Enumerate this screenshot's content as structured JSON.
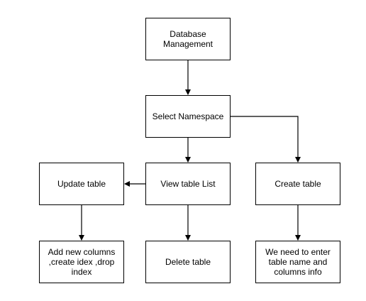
{
  "nodes": {
    "database_management": "Database\nManagement",
    "select_namespace": "Select Namespace",
    "update_table": "Update table",
    "view_table_list": "View table List",
    "create_table": "Create table",
    "add_new_columns": "Add new columns\n,create idex ,drop\nindex",
    "delete_table": "Delete table",
    "enter_table_info": "We need to enter\ntable name and\ncolumns info"
  },
  "colors": {
    "stroke": "#000000",
    "fill": "#ffffff",
    "text": "#000000"
  }
}
